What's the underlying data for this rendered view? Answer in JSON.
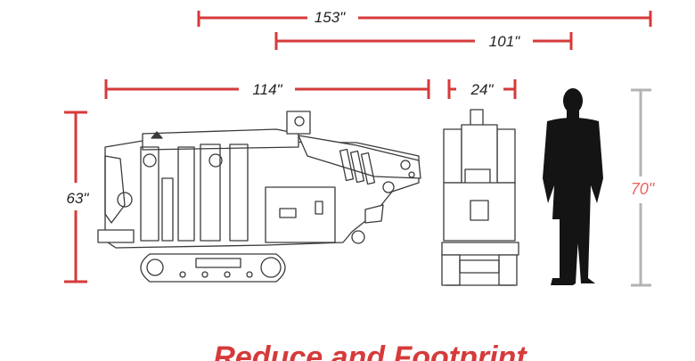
{
  "colors": {
    "dimension_red": "#d63a3a",
    "dimension_gray": "#b3b3b3",
    "human_height_text": "#e8655e",
    "line_art": "#3a3a3a",
    "silhouette": "#141414"
  },
  "dimensions": {
    "overall_length": "153\"",
    "boom_length": "101\"",
    "machine_length": "114\"",
    "machine_width": "24\"",
    "machine_height": "63\"",
    "person_height": "70\""
  },
  "footer": {
    "heading": "Reduce and Footprint"
  },
  "icons": {
    "crane_side": "crane-side-view-illustration",
    "crane_front": "crane-front-view-illustration",
    "person": "person-silhouette-icon"
  }
}
